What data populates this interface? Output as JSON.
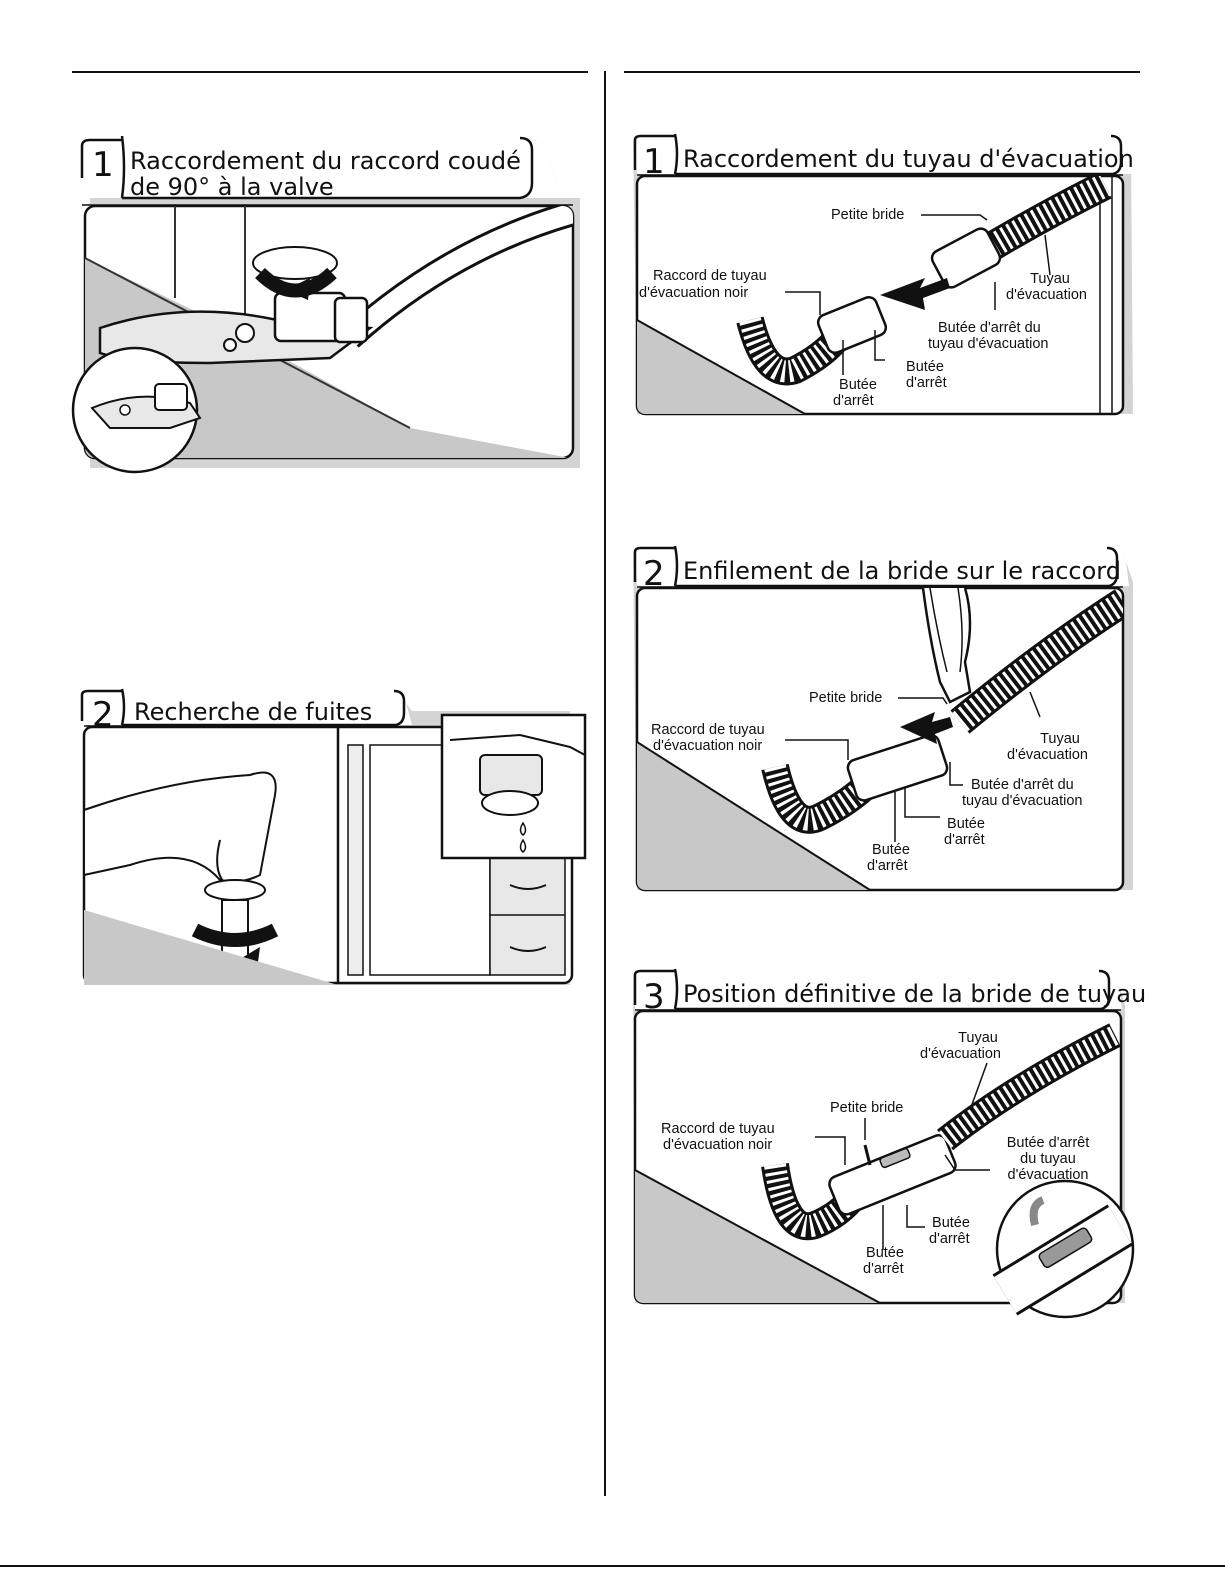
{
  "left": {
    "step1": {
      "number": "1",
      "title_line1": "Raccordement du raccord coudé",
      "title_line2": "de 90° à la valve"
    },
    "step2": {
      "number": "2",
      "title": "Recherche de fuites"
    }
  },
  "right": {
    "step1": {
      "number": "1",
      "title": "Raccordement du tuyau d'évacuation",
      "labels": {
        "small_clamp": "Petite bride",
        "black_fitting_l1": "Raccord de tuyau",
        "black_fitting_l2": "d'évacuation noir",
        "drain_hose_l1": "Tuyau",
        "drain_hose_l2": "d'évacuation",
        "hose_stop_l1": "Butée d'arrêt du",
        "hose_stop_l2": "tuyau d'évacuation",
        "stop_right_l1": "Butée",
        "stop_right_l2": "d'arrêt",
        "stop_left_l1": "Butée",
        "stop_left_l2": "d'arrêt"
      }
    },
    "step2": {
      "number": "2",
      "title": "Enfilement de la bride sur le raccord",
      "labels": {
        "small_clamp": "Petite bride",
        "black_fitting_l1": "Raccord de tuyau",
        "black_fitting_l2": "d'évacuation noir",
        "drain_hose_l1": "Tuyau",
        "drain_hose_l2": "d'évacuation",
        "hose_stop_l1": "Butée d'arrêt du",
        "hose_stop_l2": "tuyau d'évacuation",
        "stop_right_l1": "Butée",
        "stop_right_l2": "d'arrêt",
        "stop_left_l1": "Butée",
        "stop_left_l2": "d'arrêt"
      }
    },
    "step3": {
      "number": "3",
      "title": "Position définitive de la bride de tuyau",
      "labels": {
        "drain_hose_l1": "Tuyau",
        "drain_hose_l2": "d'évacuation",
        "small_clamp": "Petite bride",
        "black_fitting_l1": "Raccord de tuyau",
        "black_fitting_l2": "d'évacuation noir",
        "hose_stop_l1": "Butée d'arrêt",
        "hose_stop_l2": "du tuyau",
        "hose_stop_l3": "d'évacuation",
        "stop_right_l1": "Butée",
        "stop_right_l2": "d'arrêt",
        "stop_left_l1": "Butée",
        "stop_left_l2": "d'arrêt"
      }
    }
  }
}
